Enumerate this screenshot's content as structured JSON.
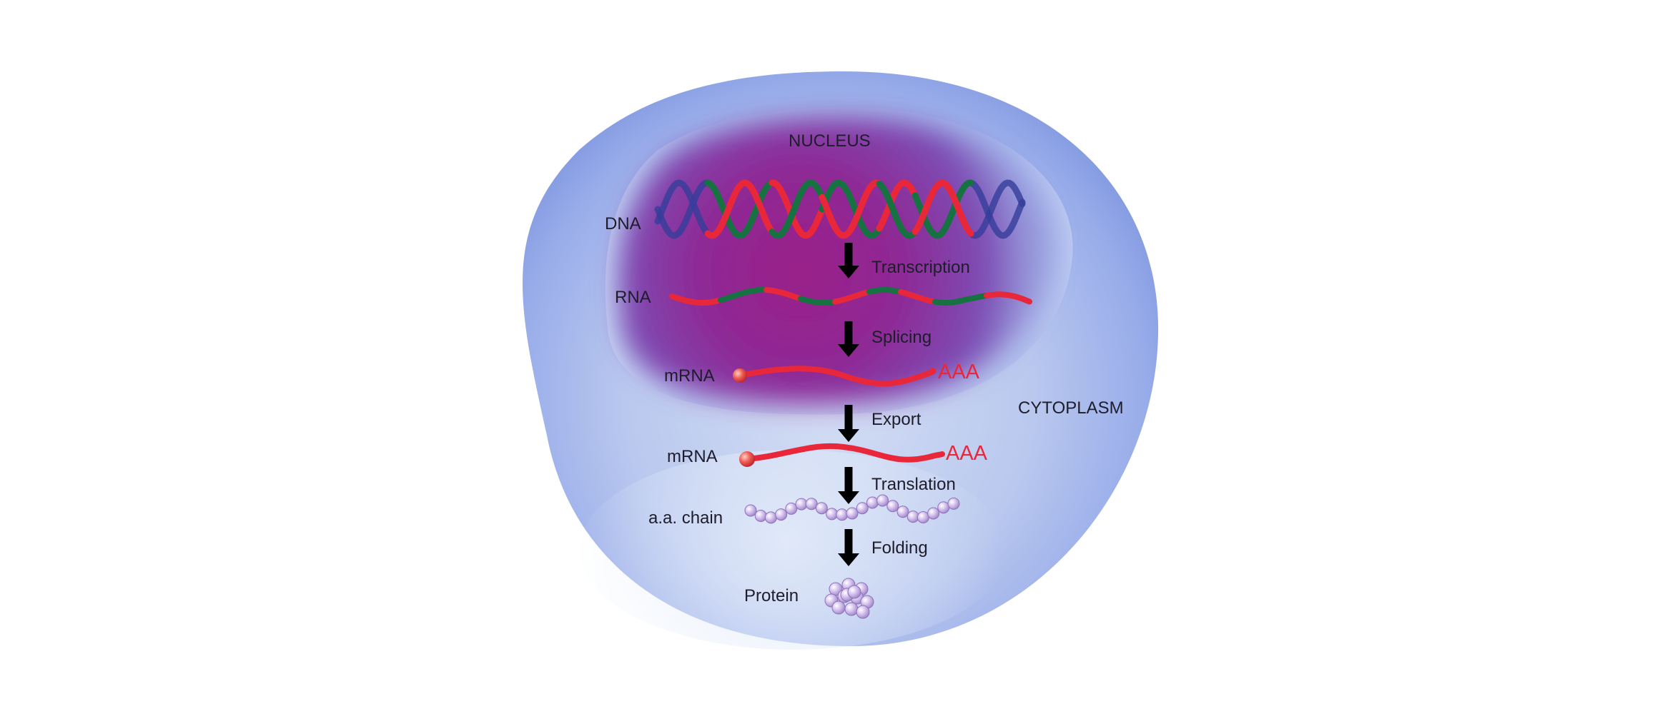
{
  "diagram": {
    "nucleus_label": "NUCLEUS",
    "cytoplasm_label": "CYTOPLASM",
    "molecules": {
      "dna": "DNA",
      "rna": "RNA",
      "mrna_nucleus": "mRNA",
      "mrna_cytoplasm": "mRNA",
      "aa_chain": "a.a. chain",
      "protein": "Protein"
    },
    "poly_a_tail": {
      "nucleus": "AAA",
      "cytoplasm": "AAA"
    },
    "steps": [
      {
        "label": "Transcription"
      },
      {
        "label": "Splicing"
      },
      {
        "label": "Export"
      },
      {
        "label": "Translation"
      },
      {
        "label": "Folding"
      }
    ],
    "colors": {
      "cell_light": "#d8e3f6",
      "cell_dark": "#7891d8",
      "nucleus_core": "#a0248c",
      "exon_red": "#e8273a",
      "intron_green": "#167341",
      "dna_blue": "#353d9a",
      "amino_acid": "#c9b3e6",
      "arrow": "#000000"
    }
  }
}
